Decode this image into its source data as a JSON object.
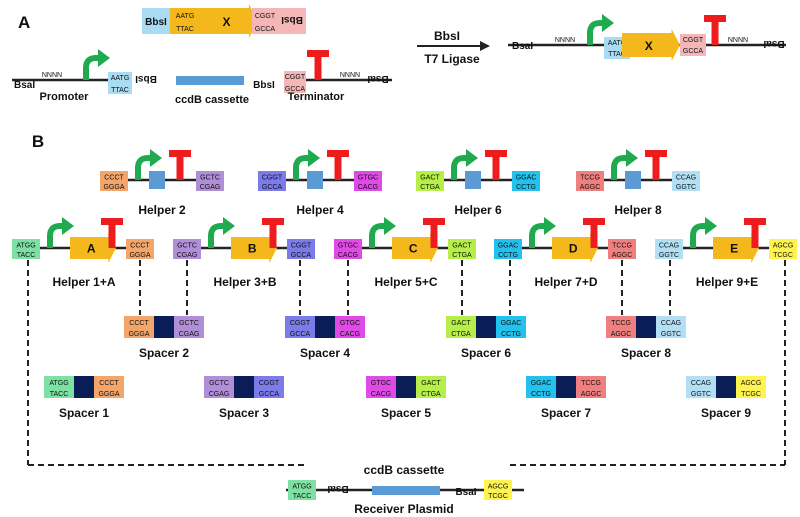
{
  "panels": {
    "a": "A",
    "b": "B"
  },
  "colors": {
    "arrow": "#1faa4f",
    "term": "#ee1c1c",
    "gene": "#f5b81c",
    "ccdb": "#5b9bd5",
    "navy": "#0b1d57",
    "line": "#222222",
    "aatg": "#a9dbf2",
    "cggt_a": "#f4b6b6",
    "bbsi": "#a9dbf2",
    "atgg": "#7ee0a2",
    "ccct": "#f4a56a",
    "gctc": "#b08fd8",
    "cggt": "#7b7bea",
    "gtgc": "#e04be8",
    "gact": "#b6ef4a",
    "ggac": "#22c2ee",
    "tccg": "#f08080",
    "ccag": "#b3dff5",
    "agcg": "#fff44f"
  },
  "section_a": {
    "gene_cassette": {
      "left_site": "BbsI",
      "top_left": "AATG",
      "bottom_left": "TTAC",
      "gene": "X",
      "top_right": "CGGT",
      "bottom_right": "GCCA",
      "right_site": "BbsI"
    },
    "promoter_part": {
      "site_left": "BsaI",
      "nnnn": "NNNN",
      "top": "AATG",
      "bottom": "TTAC",
      "site_right": "BbsI",
      "label": "Promoter"
    },
    "ccdb_label": "ccdB cassette",
    "terminator_part": {
      "site_left": "BbsI",
      "top": "CGGT",
      "bottom": "GCCA",
      "nnnn": "NNNN",
      "site_right": "BsaI",
      "label": "Terminator"
    },
    "reaction": {
      "enzyme": "BbsI",
      "ligase": "T7 Ligase"
    },
    "product": {
      "site_left": "BsaI",
      "nnnn_left": "NNNN",
      "top_left": "AATG",
      "bottom_left": "TTAC",
      "gene": "X",
      "top_right": "CGGT",
      "bottom_right": "GCCA",
      "nnnn_right": "NNNN",
      "site_right": "BsaI"
    }
  },
  "helpers_row1": [
    {
      "label": "Helper 2",
      "lt": "CCCT",
      "lb": "GGGA",
      "rt": "GCTC",
      "rb": "CGAG"
    },
    {
      "label": "Helper 4",
      "lt": "CGGT",
      "lb": "GCCA",
      "rt": "GTGC",
      "rb": "CACG"
    },
    {
      "label": "Helper 6",
      "lt": "GACT",
      "lb": "CTGA",
      "rt": "GGAC",
      "rb": "CCTG"
    },
    {
      "label": "Helper 8",
      "lt": "TCCG",
      "lb": "AGGC",
      "rt": "CCAG",
      "rb": "GGTC"
    }
  ],
  "helpers_row2": [
    {
      "label": "Helper 1+A",
      "gene": "A",
      "lt": "ATGG",
      "lb": "TACC",
      "rt": "CCCT",
      "rb": "GGGA"
    },
    {
      "label": "Helper 3+B",
      "gene": "B",
      "lt": "GCTC",
      "lb": "CGAG",
      "rt": "CGGT",
      "rb": "GCCA"
    },
    {
      "label": "Helper 5+C",
      "gene": "C",
      "lt": "GTGC",
      "lb": "CACG",
      "rt": "GACT",
      "rb": "CTGA"
    },
    {
      "label": "Helper 7+D",
      "gene": "D",
      "lt": "GGAC",
      "lb": "CCTG",
      "rt": "TCCG",
      "rb": "AGGC"
    },
    {
      "label": "Helper 9+E",
      "gene": "E",
      "lt": "CCAG",
      "lb": "GGTC",
      "rt": "AGCG",
      "rb": "TCGC"
    }
  ],
  "spacers_even": [
    {
      "label": "Spacer 2",
      "lt": "CCCT",
      "lb": "GGGA",
      "rt": "GCTC",
      "rb": "CGAG"
    },
    {
      "label": "Spacer 4",
      "lt": "CGGT",
      "lb": "GCCA",
      "rt": "GTGC",
      "rb": "CACG"
    },
    {
      "label": "Spacer 6",
      "lt": "GACT",
      "lb": "CTGA",
      "rt": "GGAC",
      "rb": "CCTG"
    },
    {
      "label": "Spacer 8",
      "lt": "TCCG",
      "lb": "AGGC",
      "rt": "CCAG",
      "rb": "GGTC"
    }
  ],
  "spacers_odd": [
    {
      "label": "Spacer 1",
      "lt": "ATGG",
      "lb": "TACC",
      "rt": "CCCT",
      "rb": "GGGA"
    },
    {
      "label": "Spacer 3",
      "lt": "GCTC",
      "lb": "CGAG",
      "rt": "CGGT",
      "rb": "GCCA"
    },
    {
      "label": "Spacer 5",
      "lt": "GTGC",
      "lb": "CACG",
      "rt": "GACT",
      "rb": "CTGA"
    },
    {
      "label": "Spacer 7",
      "lt": "GGAC",
      "lb": "CCTG",
      "rt": "TCCG",
      "rb": "AGGC"
    },
    {
      "label": "Spacer 9",
      "lt": "CCAG",
      "lb": "GGTC",
      "rt": "AGCG",
      "rb": "TCGC"
    }
  ],
  "receiver": {
    "ccdb_label": "ccdB cassette",
    "lt": "ATGG",
    "lb": "TACC",
    "site_left": "BsaI",
    "site_right": "BsaI",
    "rt": "AGCG",
    "rb": "TCGC",
    "label": "Receiver Plasmid"
  }
}
